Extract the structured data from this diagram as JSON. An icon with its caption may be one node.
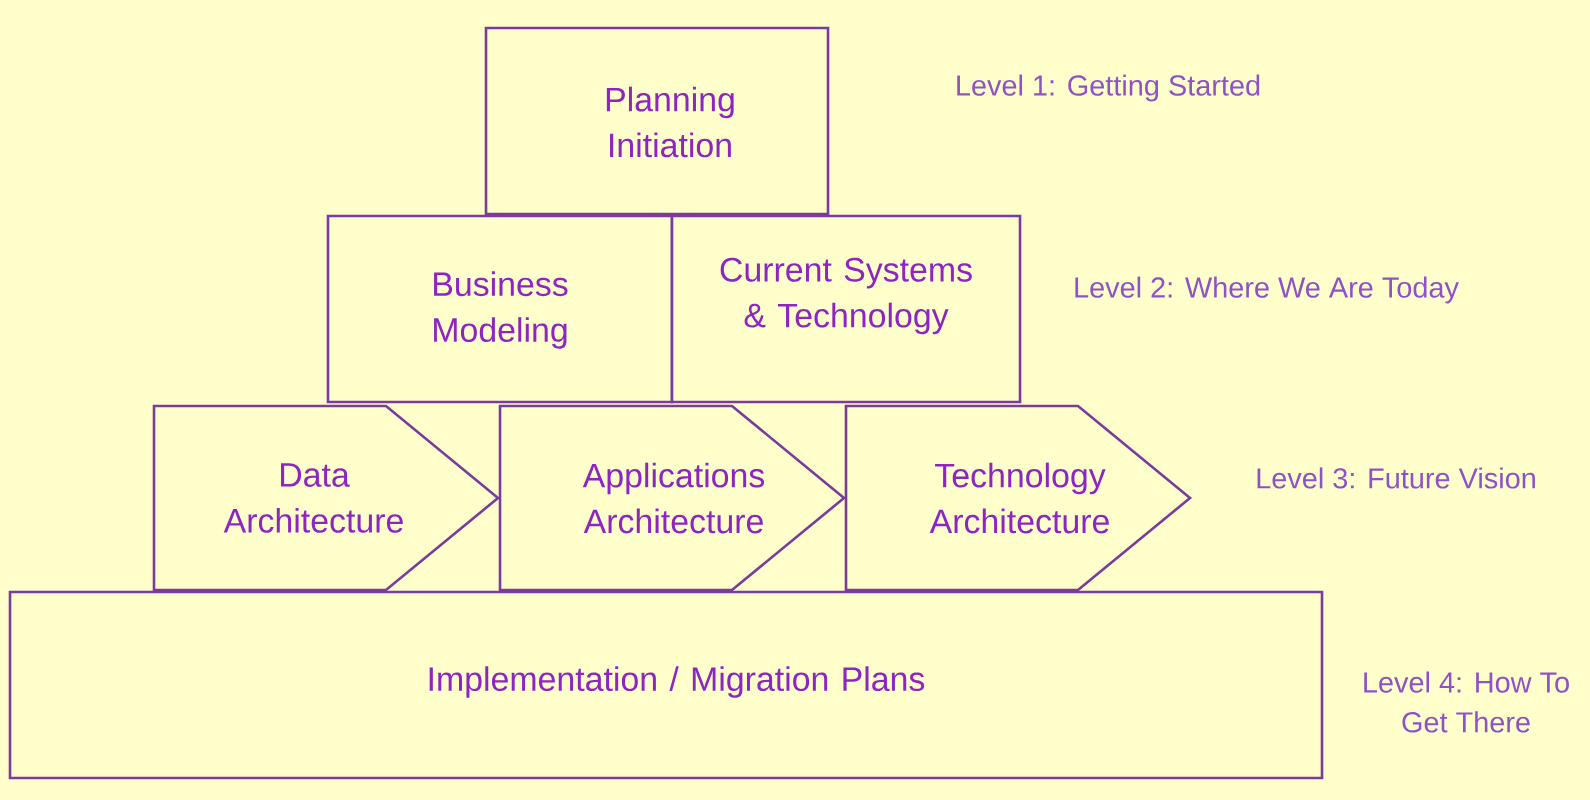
{
  "diagram": {
    "nodes": [
      {
        "text": [
          "Planning Initiation"
        ]
      },
      {
        "text": [
          "Business Modeling"
        ]
      },
      {
        "text": [
          "Current Systems & Technology"
        ]
      },
      {
        "text": [
          "Data Architecture"
        ]
      },
      {
        "text": [
          "Applications Architecture"
        ]
      },
      {
        "text": [
          "Technology Architecture"
        ]
      },
      {
        "text": [
          "Implementation / Migration Plans"
        ]
      }
    ],
    "labels": [
      "Level 1: Getting Started",
      "Level 2: Where We Are Today",
      "Level 3: Future Vision",
      "Level 4: How To Get There"
    ]
  }
}
